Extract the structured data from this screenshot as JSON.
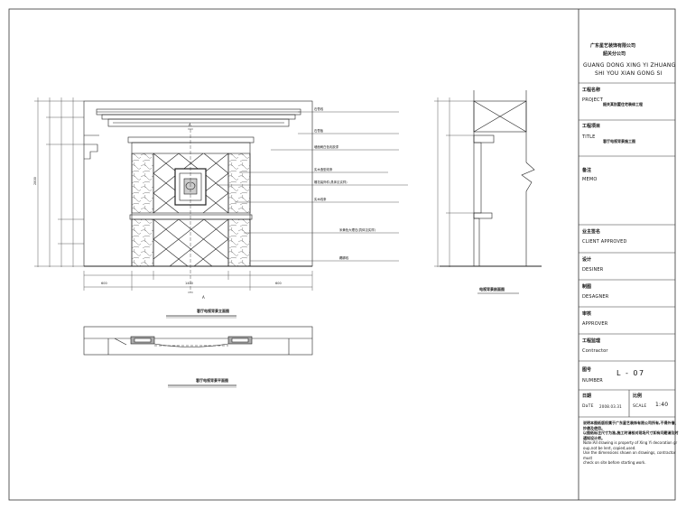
{
  "company": {
    "name_cn": "广东星艺装饰有限公司",
    "branch_cn": "韶关分公司",
    "pinyin_line1": "GUANG DONG XING YI ZHUANG",
    "pinyin_line2": "SHI YOU XIAN GONG SI"
  },
  "title_block": {
    "project_cn": "工程名称",
    "project_en": "PROJECT",
    "project_value": "韶关某别墅住宅装修工程",
    "title_cn": "工程项目",
    "title_en": "TITLE",
    "title_value": "客厅电视背景施工图",
    "memo_cn": "备注",
    "memo_en": "MEMO",
    "client_cn": "业主签名",
    "client_en": "CLIENT APPROVED",
    "design_cn": "设计",
    "design_en": "DESINER",
    "drawn_cn": "制图",
    "drawn_en": "DESAGNER",
    "approver_cn": "审核",
    "approver_en": "APPROVER",
    "contractor_cn": "工程监理",
    "contractor_en": "Contractor",
    "number_cn": "图号",
    "number_en": "NUMBER",
    "number_value": "L - 07",
    "date_cn": "日期",
    "date_en": "DaTE",
    "date_value": "2008.03.31",
    "scale_cn": "比例",
    "scale_en": "SCALE",
    "scale_value": "1:40",
    "note_lines": [
      "说明本图纸版权属于广东星艺装饰有限公司所有,不得外借、抄袭及使用。",
      "以图纸标注尺寸为准,施工时请核对现场尺寸如有问题请及时通知设计师。",
      "Note:All drawing is property of Xing Yi decoration gr",
      "oup,not be lent, copied,used.",
      "Use the dimensions shown on drawings, contractor must",
      "check on site before starting work."
    ]
  },
  "drawings": {
    "elevation_caption": "客厅电视背景立面图",
    "plan_caption": "客厅电视背景平面图",
    "section_caption": "电视背景剖面图",
    "section_mark": "A"
  },
  "callouts": [
    "石膏线",
    "石膏板",
    "墙面刷白色乳胶漆",
    "实木造型线条",
    "雕花装饰件(具体见实样)",
    "实木线条",
    "米黄色大理石(具体见实样)",
    "踢脚线"
  ],
  "dimensions": {
    "total_height": "2800",
    "width_left": "600",
    "width_center": "1400",
    "width_right": "600"
  }
}
